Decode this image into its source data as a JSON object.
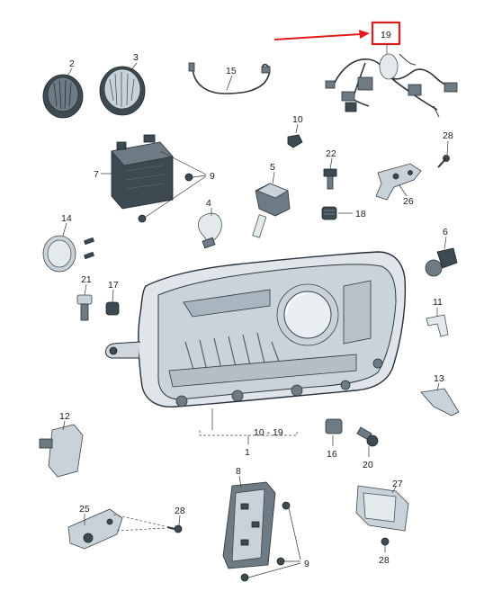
{
  "diagram": {
    "parts": [
      {
        "id": "p2",
        "label": "2"
      },
      {
        "id": "p3",
        "label": "3"
      },
      {
        "id": "p15",
        "label": "15"
      },
      {
        "id": "p19",
        "label": "19"
      },
      {
        "id": "p10",
        "label": "10"
      },
      {
        "id": "p28a",
        "label": "28"
      },
      {
        "id": "p7",
        "label": "7"
      },
      {
        "id": "p9a",
        "label": "9"
      },
      {
        "id": "p5",
        "label": "5"
      },
      {
        "id": "p22",
        "label": "22"
      },
      {
        "id": "p26",
        "label": "26"
      },
      {
        "id": "p4",
        "label": "4"
      },
      {
        "id": "p18",
        "label": "18"
      },
      {
        "id": "p14",
        "label": "14"
      },
      {
        "id": "p6",
        "label": "6"
      },
      {
        "id": "p21",
        "label": "21"
      },
      {
        "id": "p17",
        "label": "17"
      },
      {
        "id": "p11",
        "label": "11"
      },
      {
        "id": "p13",
        "label": "13"
      },
      {
        "id": "p12",
        "label": "12"
      },
      {
        "id": "p1range",
        "label": "10 - 19"
      },
      {
        "id": "p1",
        "label": "1"
      },
      {
        "id": "p16",
        "label": "16"
      },
      {
        "id": "p20",
        "label": "20"
      },
      {
        "id": "p8",
        "label": "8"
      },
      {
        "id": "p27",
        "label": "27"
      },
      {
        "id": "p25",
        "label": "25"
      },
      {
        "id": "p28b",
        "label": "28"
      },
      {
        "id": "p9b",
        "label": "9"
      },
      {
        "id": "p28c",
        "label": "28"
      }
    ],
    "highlight_color": "#e01b1b",
    "highlighted_part": "19"
  }
}
